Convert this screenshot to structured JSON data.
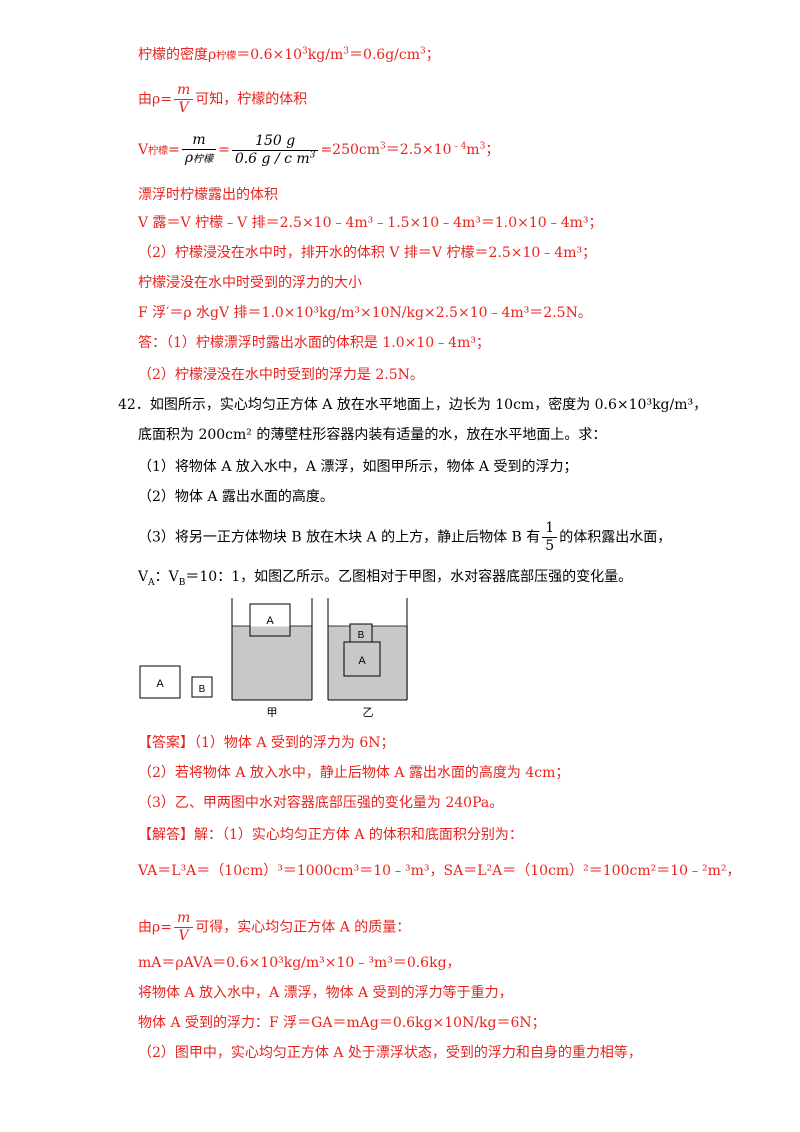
{
  "lines": {
    "l1": "柠檬的密度ρ",
    "l1_sub": "柠檬",
    "l1_rest": "＝0.6×10",
    "l1_rest2": "kg/m",
    "l1_rest3": "＝0.6g/cm",
    "l1_end": "；",
    "l2_pre": "由ρ=",
    "l2_post": "可知，柠檬的体积",
    "frac_m": "m",
    "frac_V": "V",
    "l3_pre": "V",
    "l3_sub": "柠檬",
    "l3_frac2_n": "150 g",
    "l3_frac2_d": "0.6 g / c m",
    "l3_post": "=250cm",
    "l3_post2": "＝2.5×10",
    "l3_post3": "m",
    "l3_end": "；",
    "l3_rho": "ρ",
    "l3_rho_sub": "柠檬",
    "l4": "漂浮时柠檬露出的体积",
    "l5": "V 露＝V 柠檬﹣V 排＝2.5×10﹣4m³﹣1.5×10﹣4m³＝1.0×10﹣4m³；",
    "l6": "（2）柠檬浸没在水中时，排开水的体积 V 排＝V 柠檬＝2.5×10﹣4m³；",
    "l7": "柠檬浸没在水中时受到的浮力的大小",
    "l8": "F 浮′＝ρ 水gV 排＝1.0×10³kg/m³×10N/kg×2.5×10﹣4m³＝2.5N。",
    "l9": "答：（1）柠檬漂浮时露出水面的体积是 1.0×10﹣4m³；",
    "l10": "（2）柠檬浸没在水中时受到的浮力是 2.5N。",
    "q42_1": "42．如图所示，实心均匀正方体 A 放在水平地面上，边长为 10cm，密度为 0.6×10³kg/m³，",
    "q42_2": "底面积为 200cm² 的薄壁柱形容器内装有适量的水，放在水平地面上。求：",
    "q42_3": "（1）将物体 A 放入水中，A 漂浮，如图甲所示，物体 A 受到的浮力；",
    "q42_4": "（2）物体 A 露出水面的高度。",
    "q42_5_pre": "（3）将另一正方体物块 B 放在木块 A 的上方，静止后物体 B 有",
    "q42_5_n": "1",
    "q42_5_d": "5",
    "q42_5_post": "的体积露出水面，",
    "q42_6": "V",
    "q42_6_a": "A",
    "q42_6_b": "：V",
    "q42_6_c": "B",
    "q42_6_d": "＝10：1，如图乙所示。乙图相对于甲图，水对容器底部压强的变化量。",
    "fig_A": "A",
    "fig_B": "B",
    "fig_jia": "甲",
    "fig_yi": "乙",
    "ans_tag": "【答案】",
    "ans1": "（1）物体 A 受到的浮力为 6N；",
    "ans2": "（2）若将物体 A 放入水中，静止后物体 A 露出水面的高度为 4cm；",
    "ans3": "（3）乙、甲两图中水对容器底部压强的变化量为 240Pa。",
    "sol_tag": "【解答】",
    "sol1": "解：（1）实心均匀正方体 A 的体积和底面积分别为：",
    "sol2": "VA＝L³A＝（10cm）³＝1000cm³＝10﹣³m³，SA＝L²A＝（10cm）²＝100cm²＝10﹣²m²，",
    "sol3_pre": "由ρ=",
    "sol3_post": "可得，实心均匀正方体 A 的质量：",
    "sol4": "mA＝ρAVA＝0.6×10³kg/m³×10﹣³m³＝0.6kg，",
    "sol5": "将物体 A 放入水中，A 漂浮，物体 A 受到的浮力等于重力，",
    "sol6": "物体 A 受到的浮力：F 浮＝GA＝mAg＝0.6kg×10N/kg＝6N；",
    "sol7": "（2）图甲中，实心均匀正方体 A 处于漂浮状态，受到的浮力和自身的重力相等，"
  }
}
